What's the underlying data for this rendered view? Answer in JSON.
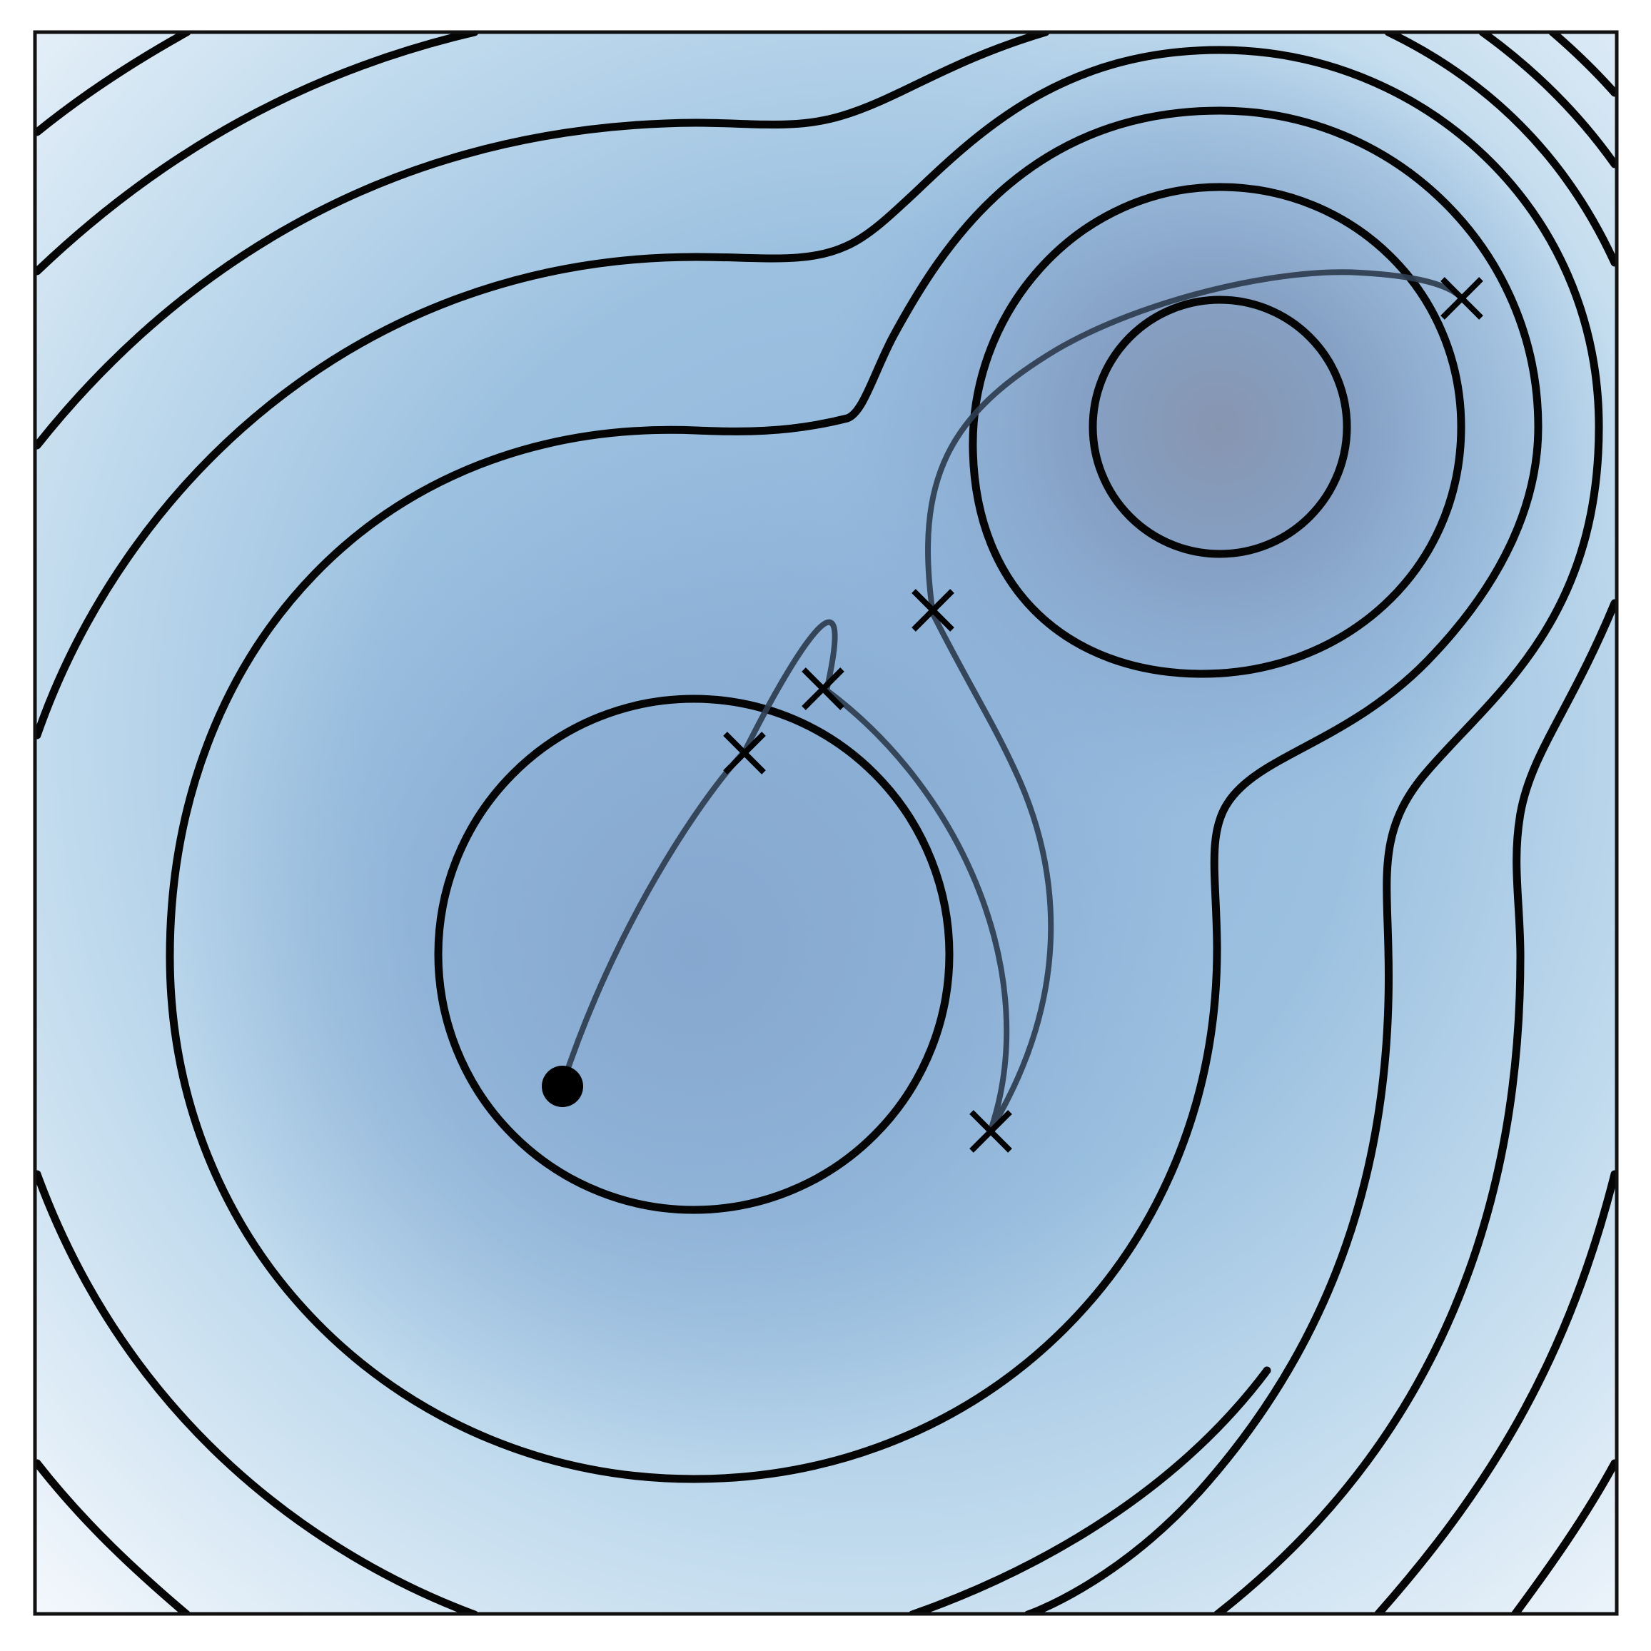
{
  "figure": {
    "description_type": "contour-landscape-with-optimization-trajectory",
    "colors": {
      "frame": "#111111",
      "contour": "#050505",
      "trajectory": "#2f3d4f",
      "marker": "#000000",
      "fill_high": "#f4f8fd",
      "fill_mid": "#a9cbe4",
      "fill_low": "#8fb4d9",
      "fill_basin": "#8898b4"
    },
    "minima": [
      {
        "name": "left-basin",
        "depth": "shallow"
      },
      {
        "name": "right-basin",
        "depth": "deep"
      }
    ],
    "trajectory": {
      "start": {
        "symbol": "filled-circle"
      },
      "steps": [
        {
          "label": "step-1",
          "symbol": "x-mark"
        },
        {
          "label": "step-2",
          "symbol": "x-mark"
        },
        {
          "label": "step-3",
          "symbol": "x-mark"
        },
        {
          "label": "step-4",
          "symbol": "x-mark"
        },
        {
          "label": "step-5",
          "symbol": "x-mark"
        }
      ]
    }
  }
}
